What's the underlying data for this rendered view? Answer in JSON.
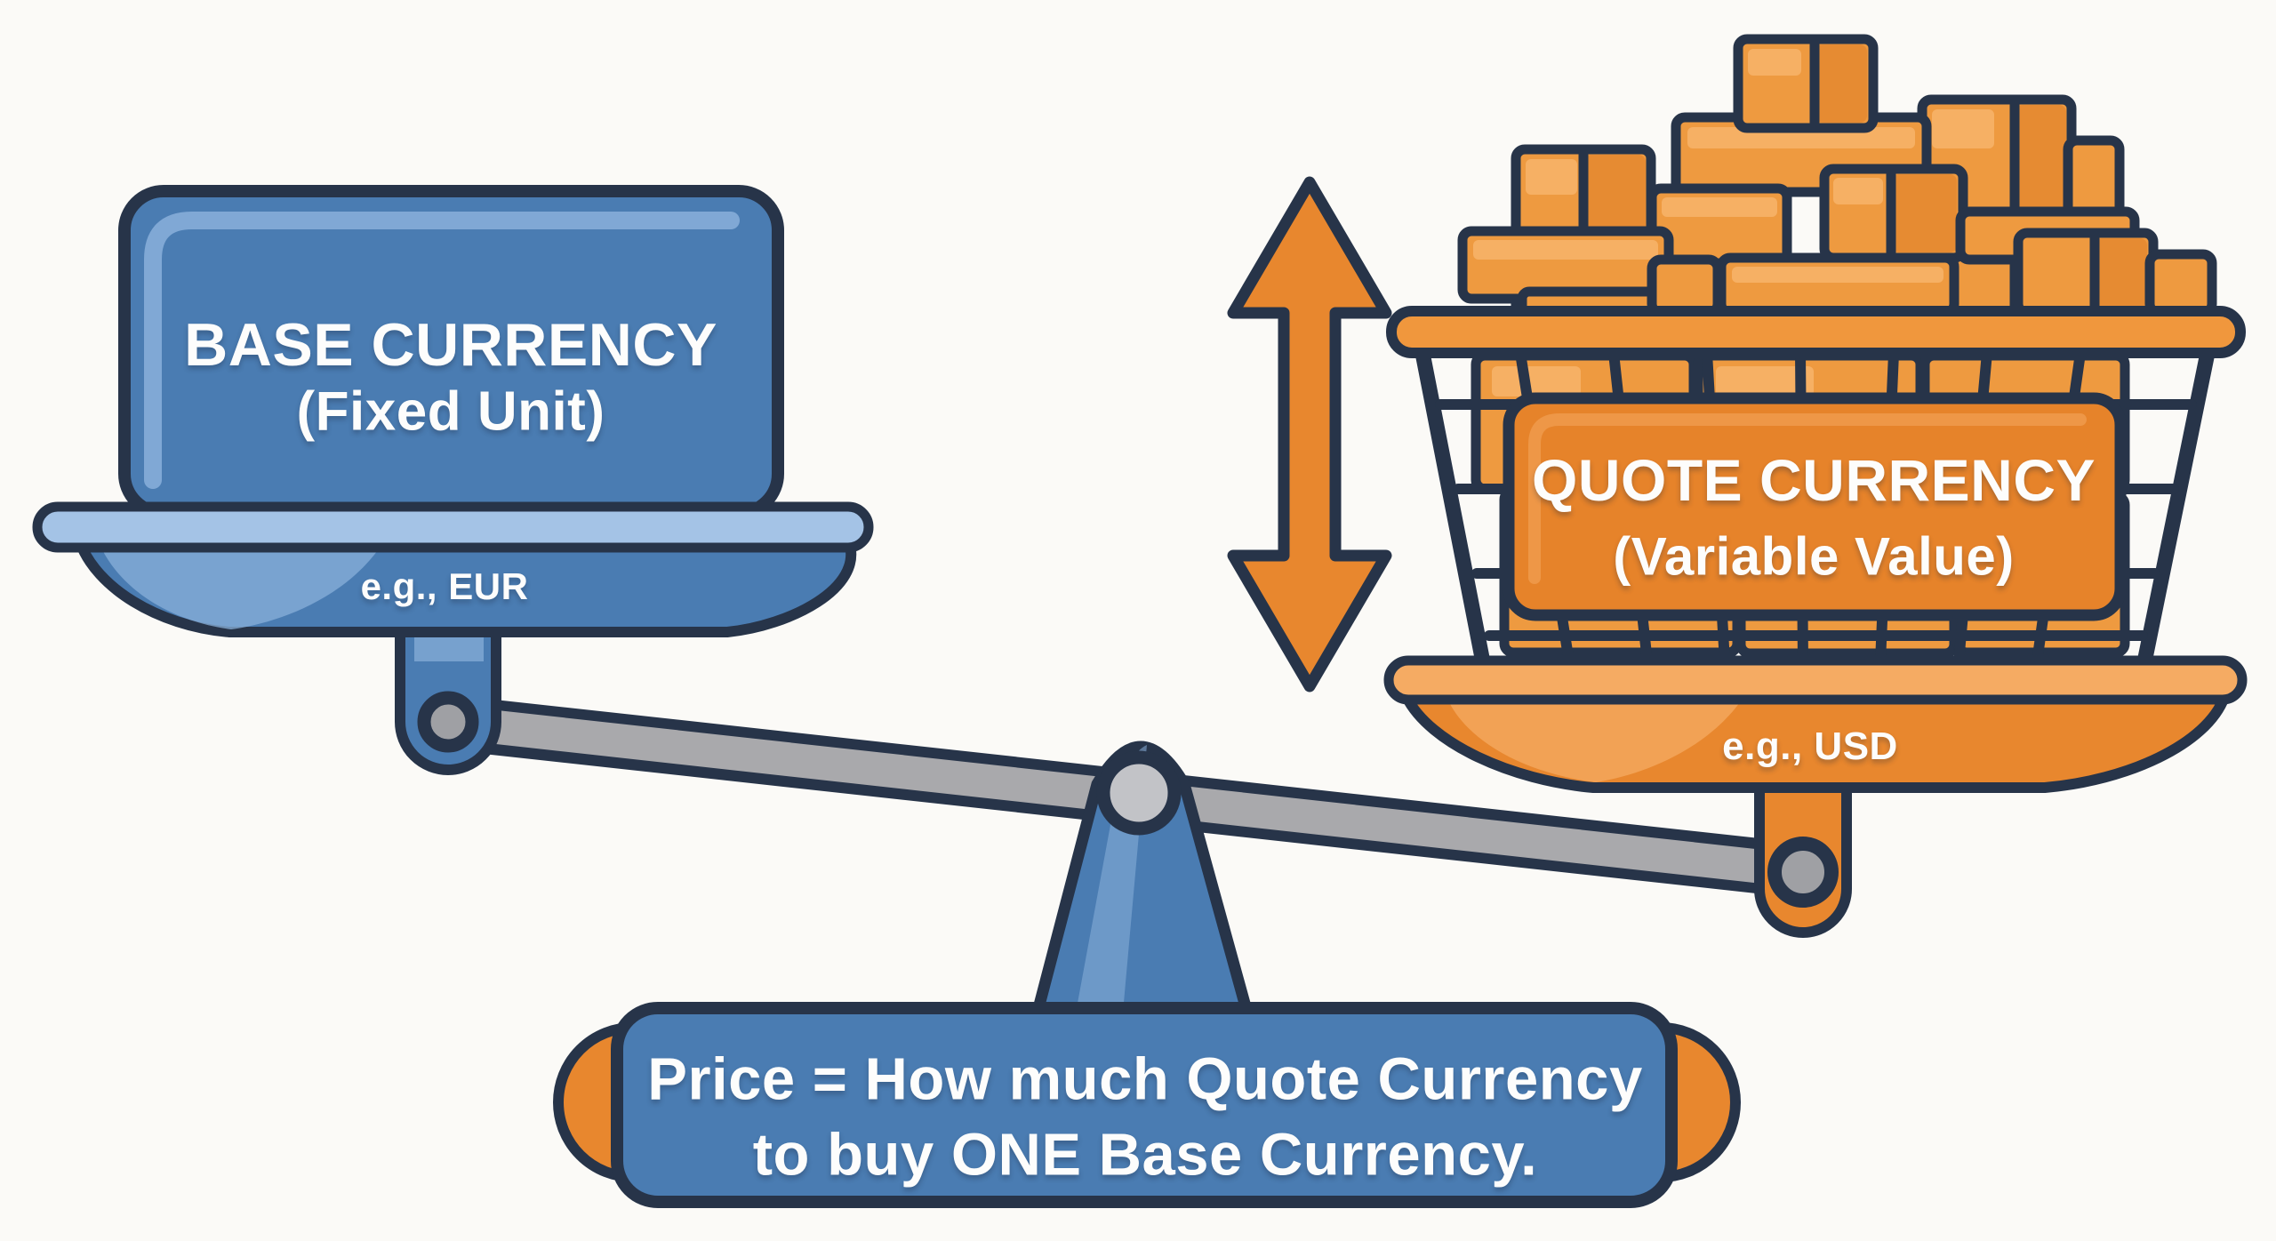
{
  "base_card": {
    "title_line1": "BASE CURRENCY",
    "title_line2": "(Fixed Unit)",
    "example": "e.g., EUR"
  },
  "quote_card": {
    "title_line1": "QUOTE CURRENCY",
    "title_line2": "(Variable Value)",
    "example": "e.g., USD"
  },
  "caption": {
    "line1": "Price = How much Quote Currency",
    "line2": "to buy ONE Base Currency."
  },
  "icons": {
    "volatility_arrow": "double-vertical-arrow-icon"
  },
  "colors": {
    "blue": "#4a7cb2",
    "blue_light": "#a4c3e6",
    "blue_bevel": "#8ab0da",
    "orange": "#e8872e",
    "orange_light": "#f5ab63",
    "orange_block": "#ee9a40",
    "outline_navy": "#273449",
    "beam_gray": "#a9a9ac",
    "background": "#fbfaf7",
    "text": "#fdfdfc"
  }
}
